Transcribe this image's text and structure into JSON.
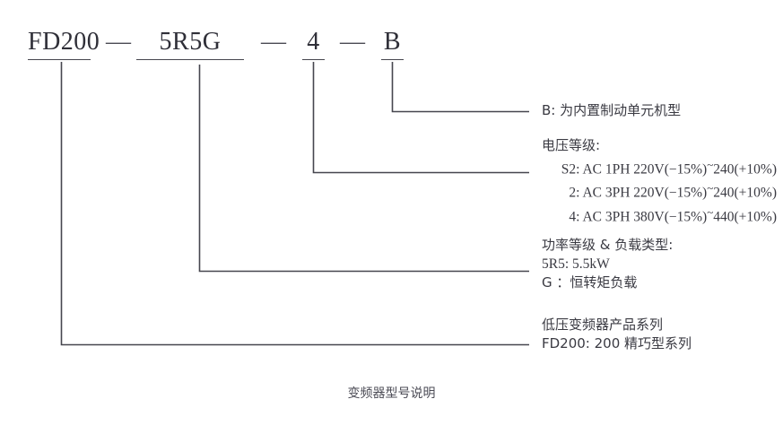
{
  "diagram": {
    "caption": "变频器型号说明",
    "model_segments": [
      {
        "id": "series",
        "text": "FD200"
      },
      {
        "id": "power",
        "text": "5R5G"
      },
      {
        "id": "voltage",
        "text": "4"
      },
      {
        "id": "brake",
        "text": "B"
      }
    ],
    "separators": [
      "—",
      "—",
      "—"
    ],
    "annotations": {
      "brake": {
        "lines": [
          "B: 为内置制动单元机型"
        ]
      },
      "voltage": {
        "heading": "电压等级:",
        "lines": [
          "S2: AC  1PH  220V(−15%)~240(+10%)",
          "2: AC  3PH  220V(−15%)~240(+10%)",
          "4: AC  3PH  380V(−15%)~440(+10%)"
        ]
      },
      "power": {
        "heading": "功率等级 & 负载类型:",
        "lines": [
          "5R5: 5.5kW",
          "G ：恒转矩负载"
        ]
      },
      "series": {
        "heading": "低压变频器产品系列",
        "lines": [
          "FD200: 200 精巧型系列"
        ]
      }
    },
    "colors": {
      "line": "#46464e",
      "text": "#3a3a42",
      "background": "#ffffff"
    }
  }
}
